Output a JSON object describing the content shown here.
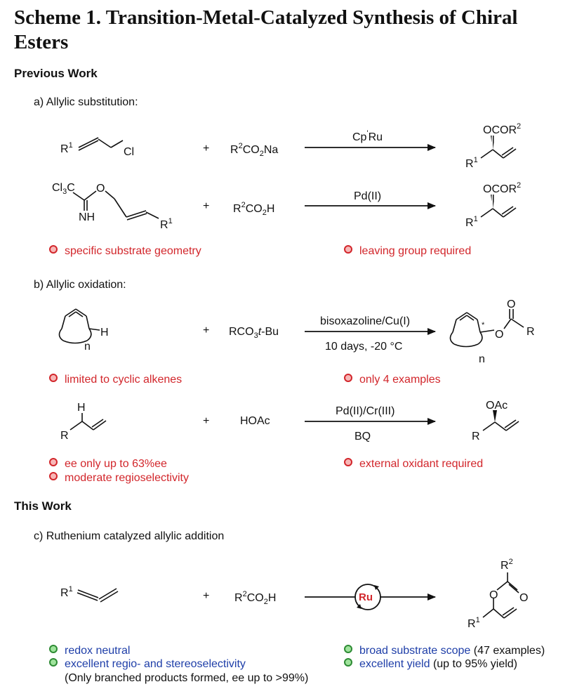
{
  "title": "Scheme 1. Transition-Metal-Catalyzed Synthesis of Chiral Esters",
  "sections": {
    "previous": "Previous Work",
    "this": "This Work"
  },
  "subsections": {
    "a": "a) Allylic substitution:",
    "b": "b) Allylic oxidation:",
    "c": "c) Ruthenium catalyzed allylic addition"
  },
  "plus": "+",
  "reactions": {
    "a1": {
      "reagent_main": "R",
      "reagent_sup": "2",
      "reagent_tail": "CO",
      "reagent_sub": "2",
      "reagent_end": "Na",
      "catalyst_main": "Cp",
      "catalyst_sup": "'",
      "catalyst_end": "Ru",
      "sm_r": "R",
      "sm_rsup": "1",
      "sm_cl": "Cl",
      "prod_ocor": "OCOR",
      "prod_sup": "2",
      "prod_r": "R",
      "prod_rsup": "1"
    },
    "a2": {
      "reagent_main": "R",
      "reagent_sup": "2",
      "reagent_tail": "CO",
      "reagent_sub": "2",
      "reagent_end": "H",
      "catalyst": "Pd(II)",
      "sm_cl3c": "Cl",
      "sm_cl3c_sub": "3",
      "sm_cl3c_end": "C",
      "sm_o": "O",
      "sm_nh": "NH",
      "sm_r": "R",
      "sm_rsup": "1",
      "prod_ocor": "OCOR",
      "prod_sup": "2",
      "prod_r": "R",
      "prod_rsup": "1"
    },
    "b1": {
      "reagent_main": "RCO",
      "reagent_sub": "3",
      "reagent_t": "t",
      "reagent_end": "-Bu",
      "catalyst_top": "bisoxazoline/Cu(I)",
      "catalyst_bottom": "10 days, -20 °C",
      "sm_h": "H",
      "sm_n": "n",
      "prod_o": "O",
      "prod_o2": "O",
      "prod_r": "R",
      "prod_n": "n",
      "prod_star": "*"
    },
    "b2": {
      "reagent": "HOAc",
      "catalyst_top": "Pd(II)/Cr(III)",
      "catalyst_bottom": "BQ",
      "sm_h": "H",
      "sm_r": "R",
      "prod_oac": "OAc",
      "prod_r": "R"
    },
    "c1": {
      "reagent_main": "R",
      "reagent_sup": "2",
      "reagent_tail": "CO",
      "reagent_sub": "2",
      "reagent_end": "H",
      "catalyst": "Ru",
      "sm_r": "R",
      "sm_rsup": "1",
      "prod_r2": "R",
      "prod_r2sup": "2",
      "prod_o1": "O",
      "prod_o2": "O",
      "prod_r1": "R",
      "prod_r1sup": "1"
    }
  },
  "notes": {
    "a_left": "specific substrate geometry",
    "a_right": "leaving group required",
    "b1_left": "limited to cyclic alkenes",
    "b1_right": "only 4 examples",
    "b2_left1": "ee only up to 63%ee",
    "b2_left2": "moderate regioselectivity",
    "b2_right": "external oxidant required",
    "c_left1": "redox neutral",
    "c_left2": "excellent  regio- and stereoselectivity",
    "c_left3": "(Only branched products formed, ee up to >99%)",
    "c_right1_blue": "broad substrate scope",
    "c_right1_dark": " (47 examples)",
    "c_right2_blue": "excellent yield",
    "c_right2_dark": " (up to 95% yield)"
  },
  "colors": {
    "drawback": "#d2262b",
    "advantage": "#1e3ea8",
    "ok_dot": "#2e8b34",
    "ru": "#d2262b"
  }
}
